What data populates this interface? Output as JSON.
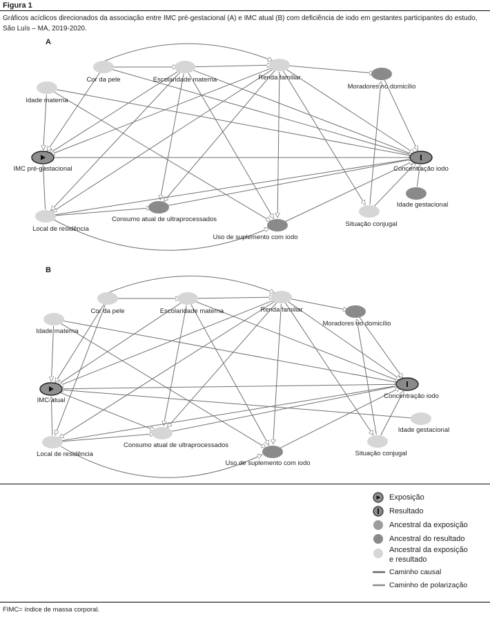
{
  "figure": {
    "title": "Figura 1",
    "caption": "Gráficos acíclicos direcionados da associação entre IMC pré-gestacional (A) e IMC atual (B) com deficiência de iodo em gestantes participantes do estudo, São Luís – MA, 2019-2020."
  },
  "colors": {
    "exposure": "#909090",
    "outcome": "#8c8c8c",
    "ancestor_exposure": "#9e9e9e",
    "ancestor_outcome": "#8a8a8a",
    "ancestor_both": "#d6d6d6",
    "edge": "#6f6f6f"
  },
  "panels": [
    {
      "label": "A",
      "nodes": {
        "cor_pele": "Cor da pele",
        "escolaridade": "Escolaridade materna",
        "renda": "Renda familiar",
        "moradores": "Moradores no domicílio",
        "idade_materna": "Idade materna",
        "imc": "IMC pré-gestacional",
        "iodo": "Concentração iodo",
        "idade_gest": "Idade gestacional",
        "consumo": "Consumo atual de ultraprocessados",
        "local": "Local de residência",
        "situacao": "Situação conjugal",
        "suplemento": "Uso de suplemento com iodo"
      }
    },
    {
      "label": "B",
      "nodes": {
        "cor_pele": "Cor da pele",
        "escolaridade": "Escolaridade materna",
        "renda": "Renda familiar",
        "moradores": "Moradores no domicílio",
        "idade_materna": "Idade materna",
        "imc": "IMC atual",
        "iodo": "Concentração iodo",
        "idade_gest": "Idade gestacional",
        "consumo": "Consumo atual de ultraprocessados",
        "local": "Local de residência",
        "situacao": "Situação conjugal",
        "suplemento": "Uso de suplemento com iodo"
      }
    }
  ],
  "legend": [
    {
      "label": "Exposição",
      "kind": "exposure-node"
    },
    {
      "label": "Resultado",
      "kind": "outcome-node"
    },
    {
      "label": "Ancestral da exposição",
      "kind": "ancestor-exposure-node"
    },
    {
      "label": "Ancestral do resultado",
      "kind": "ancestor-outcome-node"
    },
    {
      "label": "Ancestral da exposição",
      "label2": "e resultado",
      "kind": "ancestor-both-node"
    },
    {
      "label": "Caminho causal",
      "kind": "causal-path-line"
    },
    {
      "label": "Caminho de polarização",
      "kind": "biasing-path-line"
    }
  ],
  "footnote": "FIMC= índice de massa corporal."
}
